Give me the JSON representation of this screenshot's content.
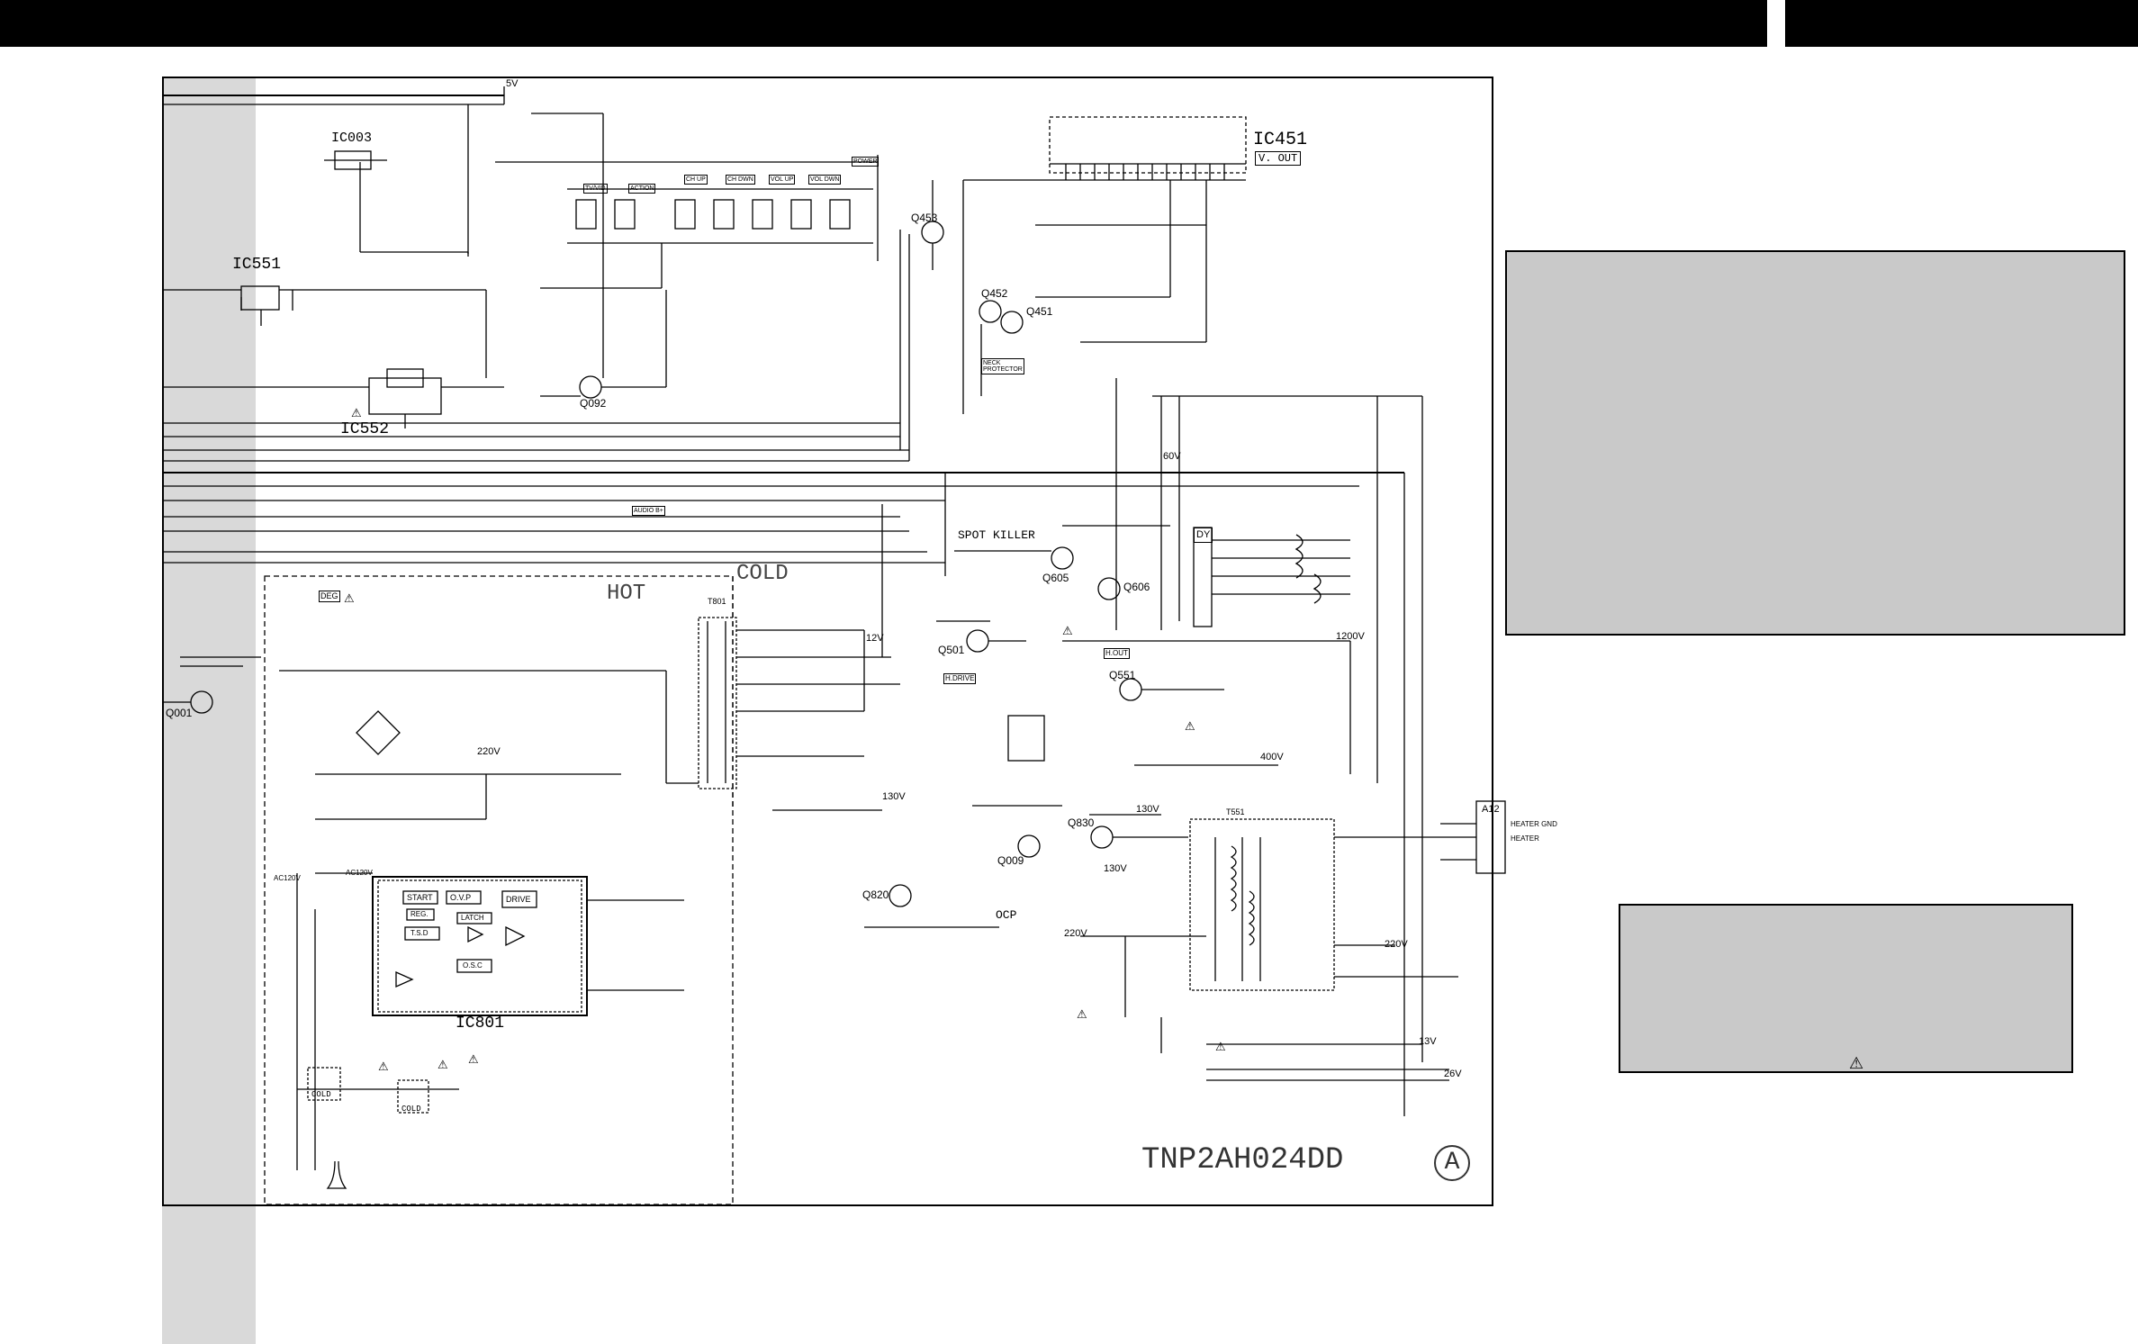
{
  "labels": {
    "ic003": "IC003",
    "ic551": "IC551",
    "ic552": "IC552",
    "ic451": "IC451",
    "ic451_sub": "V. OUT",
    "ic801": "IC801",
    "q092": "Q092",
    "q001": "Q001",
    "q453": "Q453",
    "q452": "Q452",
    "q451": "Q451",
    "q605": "Q605",
    "q606": "Q606",
    "q501": "Q501",
    "q551": "Q551",
    "q009": "Q009",
    "q830": "Q830",
    "q820": "Q820",
    "hot": "HOT",
    "cold": "COLD",
    "spot_killer": "SPOT KILLER",
    "ocp": "OCP",
    "board_id": "TNP2AH024DD",
    "board_rev": "A",
    "v5": "5V",
    "v60": "60V",
    "v1200": "1200V",
    "v400": "400V",
    "v220a": "220V",
    "v220b": "220V",
    "v220c": "220V",
    "v130a": "130V",
    "v130b": "130V",
    "v130c": "130V",
    "v13": "13V",
    "v26": "26V",
    "v12": "12V",
    "dy": "DY",
    "t551": "T551",
    "t801": "T801",
    "a12": "A12",
    "heater_gnd": "HEATER GND",
    "heater": "HEATER",
    "ac120v": "AC120V",
    "ac120v_b": "AC120V",
    "h_drive": "H.DRIVE",
    "h_out": "H.OUT",
    "neck_protector": "NECK PROTECTOR",
    "audio_b": "AUDIO B+",
    "start": "START",
    "ovp": "O.V.P",
    "reg": "REG.",
    "latch": "LATCH",
    "drive": "DRIVE",
    "tsd": "T.S.D",
    "osc": "O.S.C",
    "deg": "DEG",
    "power": "POWER",
    "tv_vid": "TV/VID",
    "action": "ACTION",
    "ch_up": "CH UP",
    "ch_dwn": "CH DWN",
    "vol_up": "VOL UP",
    "vol_dwn": "VOL DWN",
    "cold_sym": "COLD",
    "warning_sym": "⚠"
  },
  "colors": {
    "ink": "#000000",
    "gray_column": "#d9d9d9",
    "gray_box": "#c9c9c9"
  }
}
